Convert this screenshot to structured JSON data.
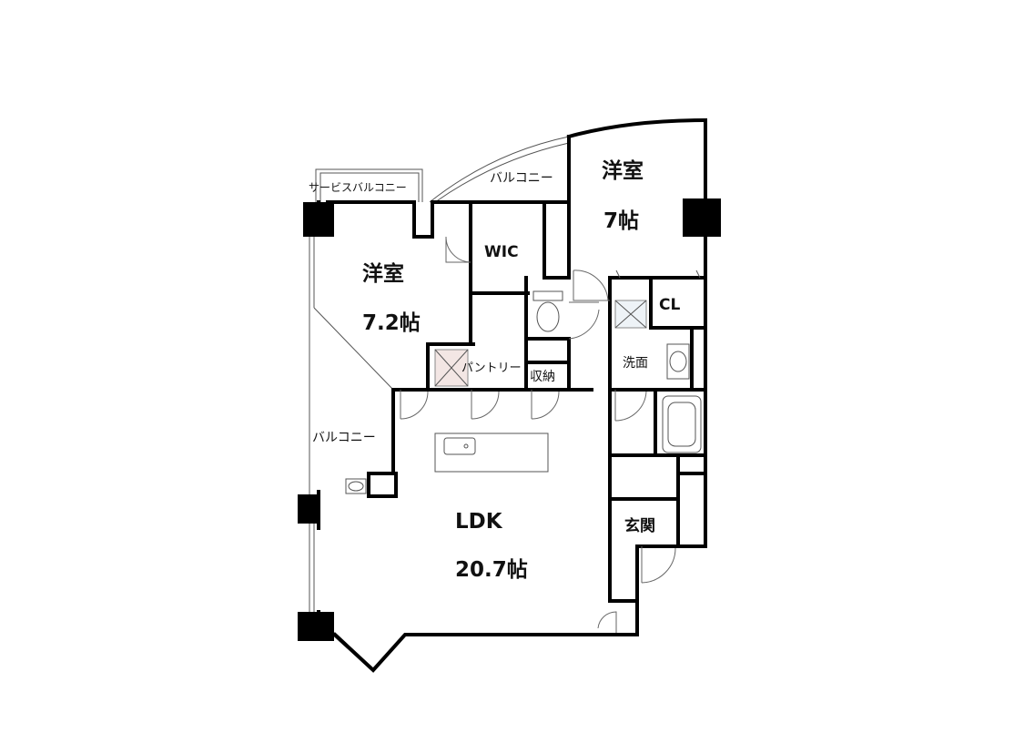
{
  "rooms": {
    "western_top_right": {
      "name": "洋室",
      "size": "7帖"
    },
    "western_left": {
      "name": "洋室",
      "size": "7.2帖"
    },
    "ldk": {
      "name": "LDK",
      "size": "20.7帖"
    },
    "wic": "WIC",
    "cl": "CL",
    "washroom": "洗面",
    "storage": "収納",
    "pantry": "パントリー",
    "entrance": "玄関"
  },
  "balconies": {
    "service": "サービスバルコニー",
    "top": "バルコニー",
    "left": "バルコニー"
  }
}
